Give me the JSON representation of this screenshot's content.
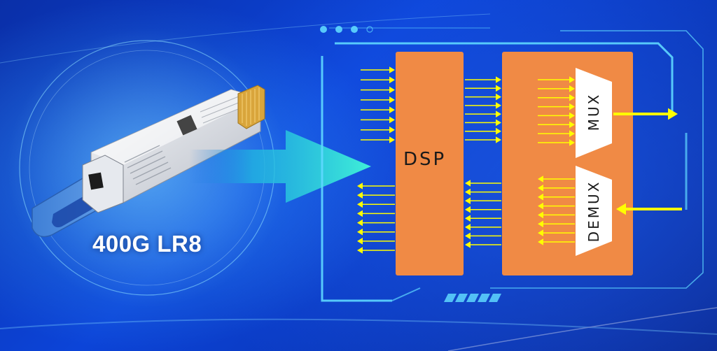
{
  "diagram": {
    "product_label": "400G LR8",
    "blocks": {
      "dsp": "DSP",
      "mux": "MUX",
      "demux": "DEMUX"
    },
    "lane_counts": {
      "dsp_input": 8,
      "dsp_output": 8,
      "dsp_to_optics": 8,
      "optics_to_dsp": 8,
      "mux_input": 8,
      "demux_output": 8
    },
    "colors": {
      "block_fill": "#f08a45",
      "signal_arrow": "#ffff00",
      "panel_frame": "#5fd8ff",
      "big_arrow": "#2fe3d2"
    }
  }
}
